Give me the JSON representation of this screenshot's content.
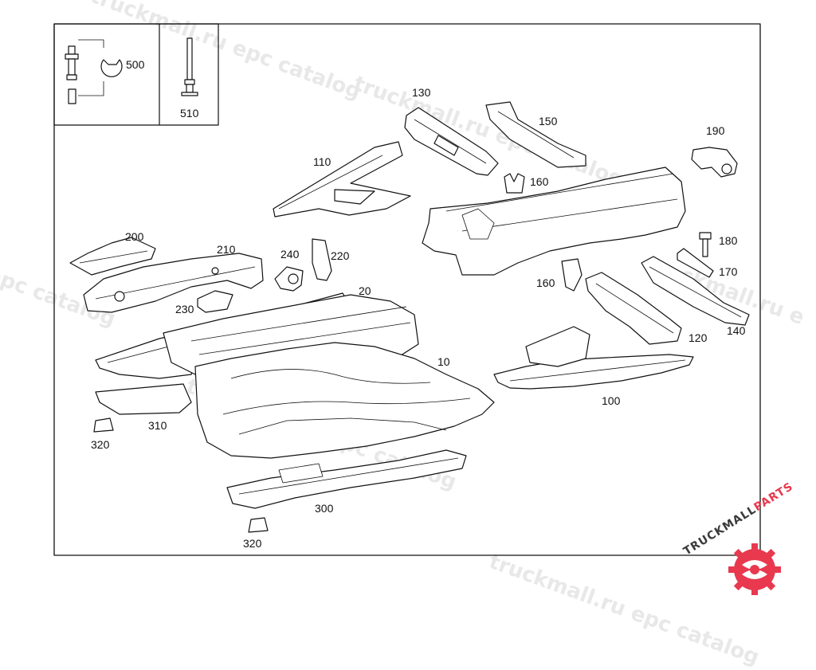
{
  "watermark": {
    "text_a": "truckmall.ru epc catalog",
    "text_b": "truckmall.ru epc catalog",
    "text_c": "truckmall.ru epc catalog",
    "text_d": "epc catalog",
    "text_e": "ckmall.ru e",
    "text_f": "truckmall.ru epc catalog"
  },
  "logo": {
    "word_dark": "TRUCKMALL",
    "word_accent": "PARTS",
    "accent_color": "#e8394f",
    "dark_color": "#3a3a3a"
  },
  "inset": {
    "label_500": "500",
    "label_510": "510"
  },
  "parts": {
    "p10": "10",
    "p20": "20",
    "p100": "100",
    "p110": "110",
    "p120": "120",
    "p130": "130",
    "p140": "140",
    "p150": "150",
    "p160a": "160",
    "p160b": "160",
    "p170": "170",
    "p180": "180",
    "p190": "190",
    "p200": "200",
    "p210": "210",
    "p220": "220",
    "p230": "230",
    "p240": "240",
    "p300": "300",
    "p310": "310",
    "p320a": "320",
    "p320b": "320"
  }
}
